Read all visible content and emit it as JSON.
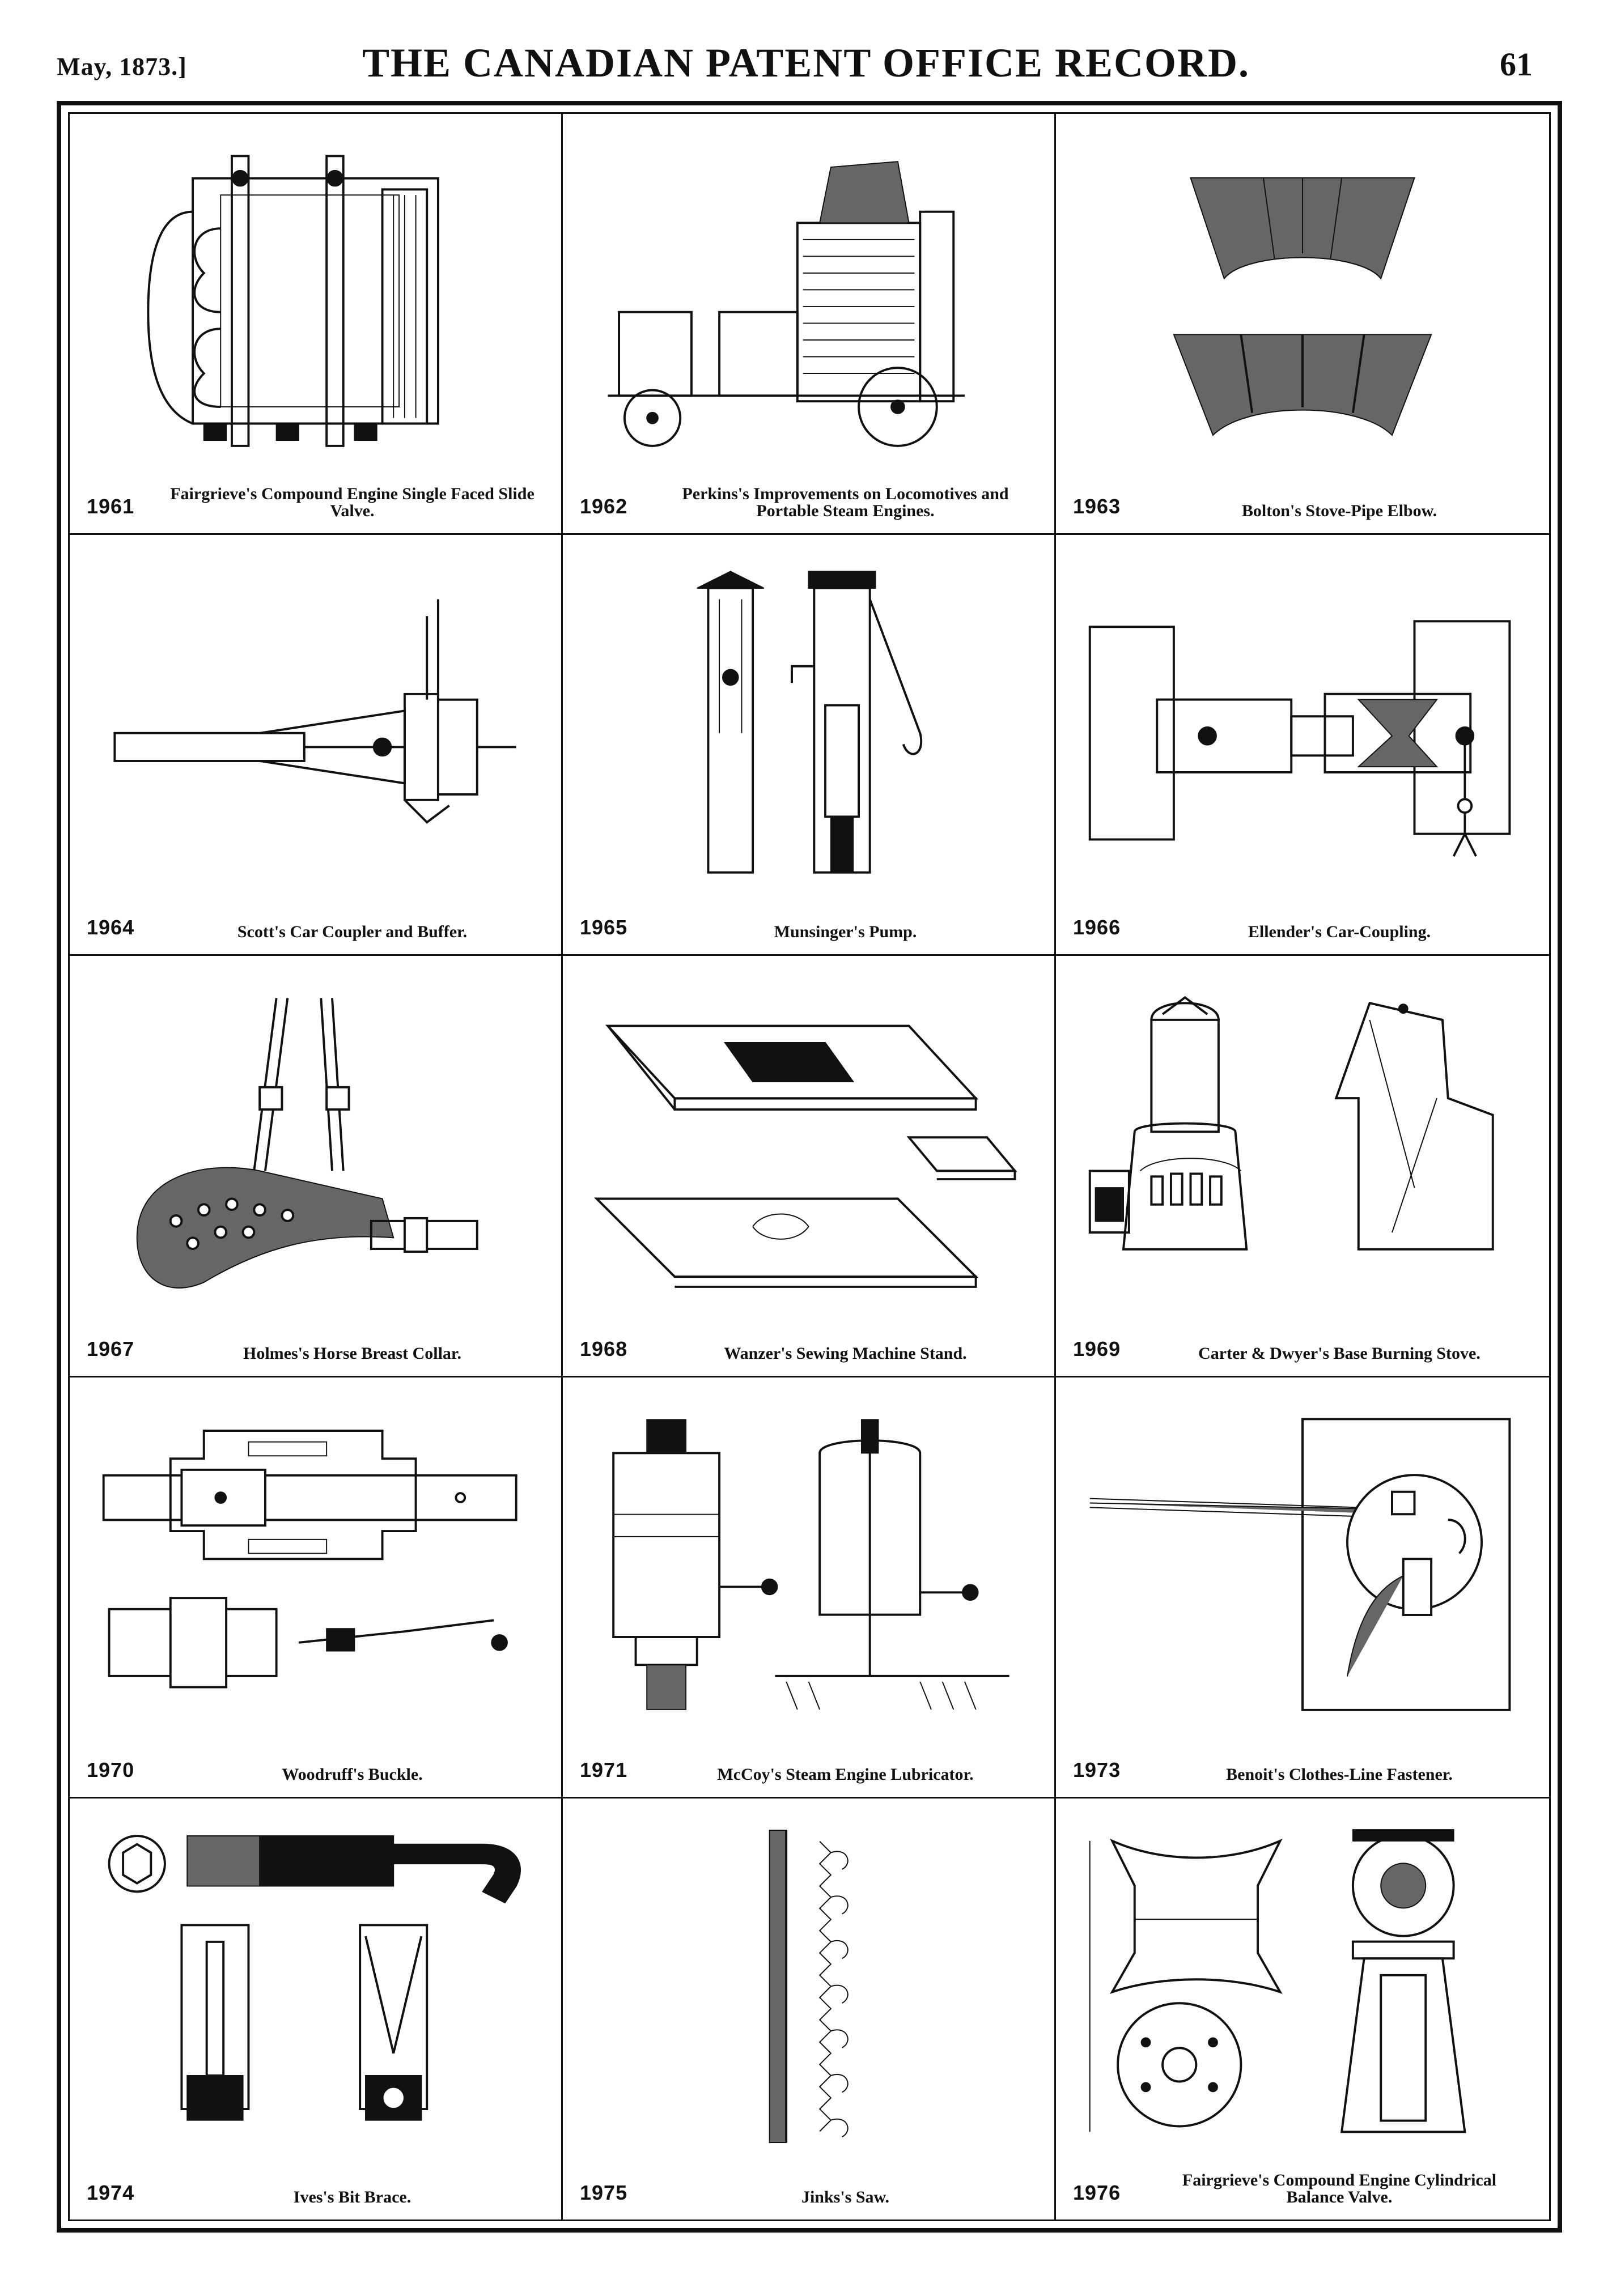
{
  "header": {
    "date": "May, 1873.]",
    "title": "THE CANADIAN PATENT OFFICE RECORD.",
    "page_number": "61"
  },
  "patents": [
    {
      "number": "1961",
      "title": "Fairgrieve's Compound Engine Single Faced Slide Valve.",
      "figure": "engine-valve-drawing"
    },
    {
      "number": "1962",
      "title": "Perkins's Improvements on Locomotives and Portable Steam Engines.",
      "figure": "locomotive-drawing"
    },
    {
      "number": "1963",
      "title": "Bolton's Stove-Pipe Elbow.",
      "figure": "stove-pipe-elbow-drawing"
    },
    {
      "number": "1964",
      "title": "Scott's Car Coupler and Buffer.",
      "figure": "car-coupler-drawing"
    },
    {
      "number": "1965",
      "title": "Munsinger's Pump.",
      "figure": "pump-drawing"
    },
    {
      "number": "1966",
      "title": "Ellender's Car-Coupling.",
      "figure": "car-coupling-drawing"
    },
    {
      "number": "1967",
      "title": "Holmes's Horse Breast Collar.",
      "figure": "horse-collar-drawing"
    },
    {
      "number": "1968",
      "title": "Wanzer's Sewing Machine Stand.",
      "figure": "sewing-stand-drawing"
    },
    {
      "number": "1969",
      "title": "Carter & Dwyer's Base Burning Stove.",
      "figure": "stove-drawing"
    },
    {
      "number": "1970",
      "title": "Woodruff's Buckle.",
      "figure": "buckle-drawing"
    },
    {
      "number": "1971",
      "title": "McCoy's Steam Engine Lubricator.",
      "figure": "lubricator-drawing"
    },
    {
      "number": "1973",
      "title": "Benoit's Clothes-Line Fastener.",
      "figure": "clothes-line-fastener-drawing"
    },
    {
      "number": "1974",
      "title": "Ives's Bit Brace.",
      "figure": "bit-brace-drawing"
    },
    {
      "number": "1975",
      "title": "Jinks's Saw.",
      "figure": "saw-drawing"
    },
    {
      "number": "1976",
      "title": "Fairgrieve's Compound Engine Cylindrical Balance Valve.",
      "figure": "balance-valve-drawing"
    }
  ]
}
